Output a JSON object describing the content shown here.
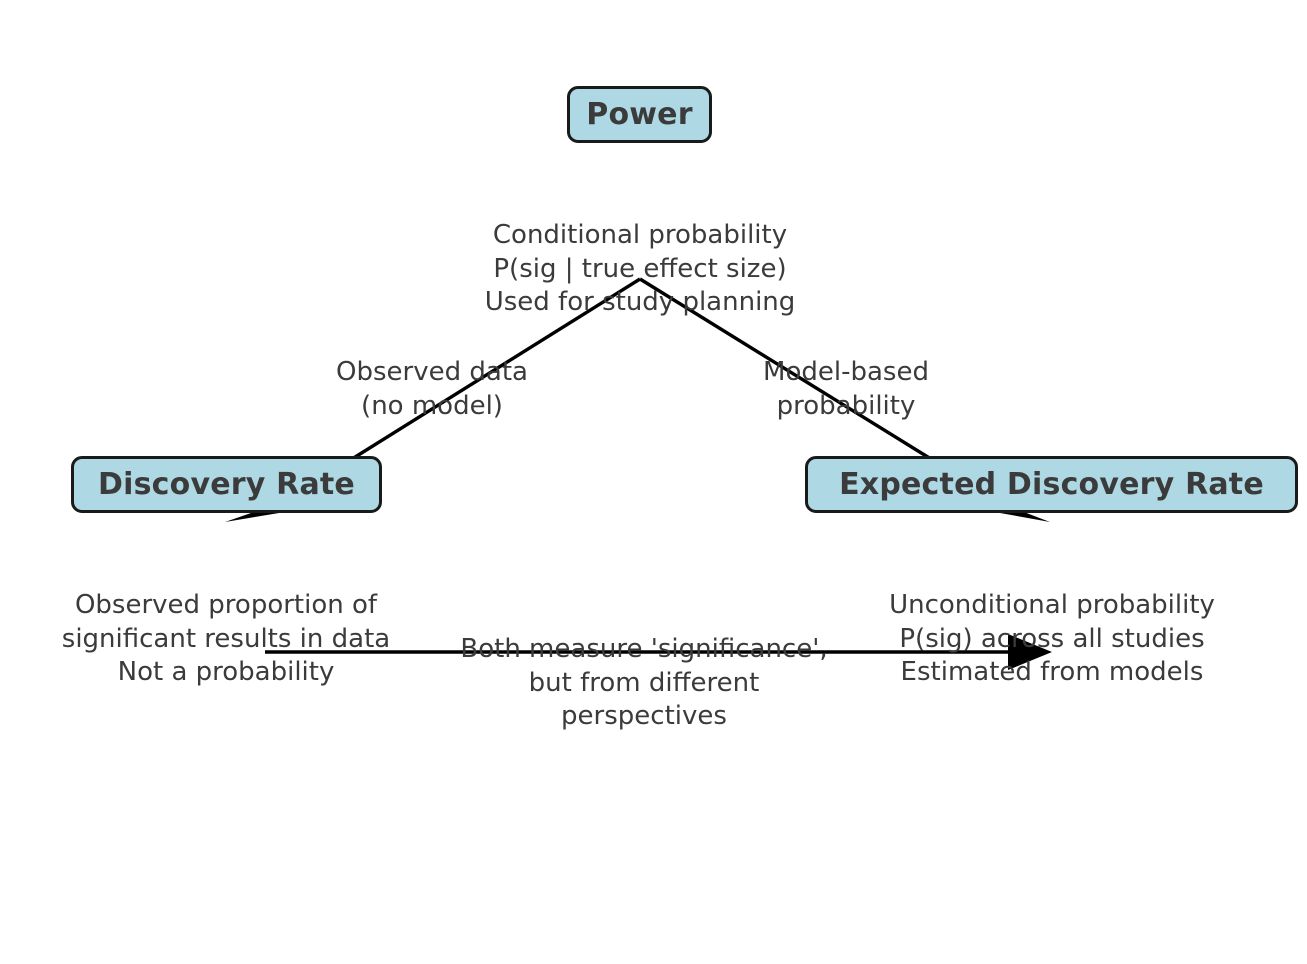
{
  "diagram": {
    "title_node": {
      "label": "Power"
    },
    "nodes": [
      {
        "id": "power",
        "label": "Power"
      },
      {
        "id": "discovery_rate",
        "label": "Discovery Rate"
      },
      {
        "id": "expected_discovery_rate",
        "label": "Expected Discovery Rate"
      }
    ],
    "annotations": {
      "power_description": "Conditional probability\nP(sig | true effect size)\nUsed for study planning",
      "edge_left_label": "Observed data\n(no model)",
      "edge_right_label": "Model-based\nprobability",
      "discovery_rate_description": "Observed proportion of\nsignificant results in data\nNot a probability",
      "expected_discovery_rate_description": "Unconditional probability\nP(sig) across all studies\nEstimated from models",
      "bottom_link_label": "Both measure 'significance',\nbut from different perspectives"
    },
    "colors": {
      "node_fill": "#ADD8E4",
      "node_border": "#1a1a1a",
      "text": "#3b3b3b",
      "edge_stroke": "#000000",
      "background": "#ffffff"
    }
  }
}
